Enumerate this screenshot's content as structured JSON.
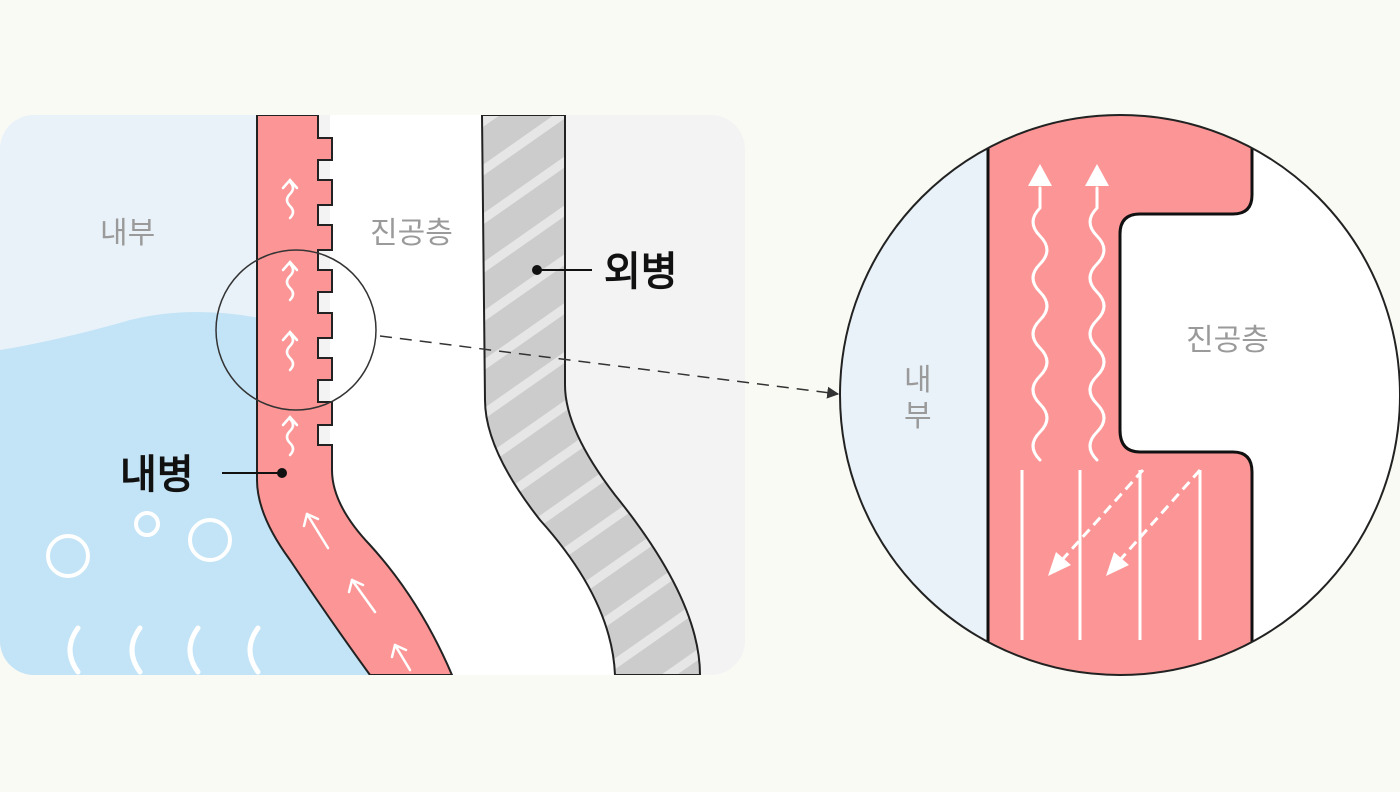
{
  "labels": {
    "inside": "내부",
    "vacuum": "진공층",
    "outer_wall": "외병",
    "inner_wall": "내병",
    "zoom_inside_line1": "내",
    "zoom_inside_line2": "부",
    "zoom_vacuum": "진공층"
  },
  "colors": {
    "inner_wall": "#fc9696",
    "water": "#c3e4f7",
    "air": "#e9f2f9",
    "outer_hatch": "#cccccc",
    "outer_bg": "#f3f3f4",
    "vacuum": "#ffffff"
  }
}
